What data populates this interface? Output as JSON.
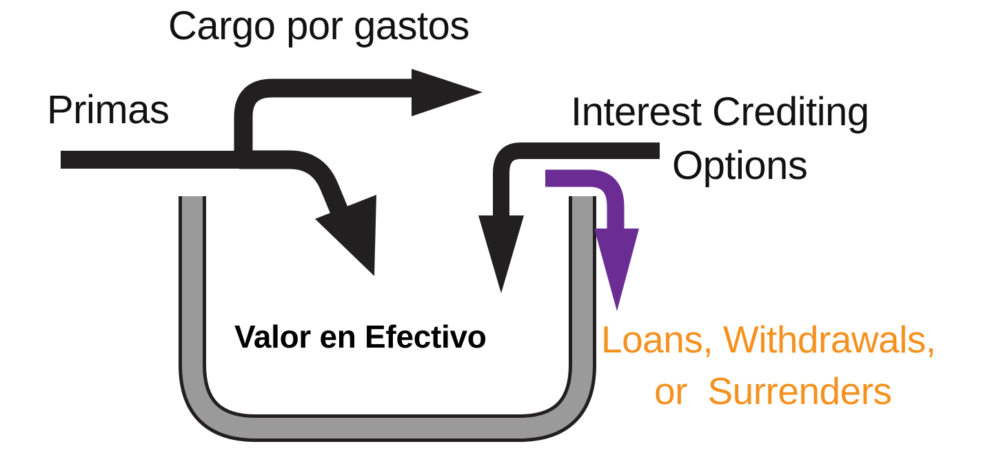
{
  "diagram": {
    "type": "flow-diagram",
    "title": "Cash Value Flow",
    "background_color": "#FFFFFF",
    "labels": {
      "premiums": "Primas",
      "expense_charge": "Cargo por gastos",
      "interest_crediting_line1": "Interest Crediting",
      "interest_crediting_line2": "Options",
      "cash_value": "Valor en Efectivo",
      "distributions_line1": "Loans, Withdrawals,",
      "distributions_line2": "or  Surrenders"
    },
    "colors": {
      "black": "#211F1F",
      "text_black": "#111111",
      "purple": "#6B2D93",
      "orange": "#F5911E",
      "bucket_fill": "#9A9A9A",
      "bucket_stroke": "#231F20",
      "background": "#FFFFFF"
    },
    "elements": [
      {
        "name": "premiums-inflow-bar",
        "kind": "arrow-shaft",
        "color": "#211F1F",
        "description": "horizontal black bar entering from left labeled Primas"
      },
      {
        "name": "expense-charge-arrow",
        "kind": "arrow",
        "color": "#211F1F",
        "direction": "up-then-right",
        "description": "black arrow branching up and right out of the premium flow, labeled Cargo por gastos"
      },
      {
        "name": "cash-value-deposit-arrow",
        "kind": "arrow",
        "color": "#211F1F",
        "direction": "down-right-diagonal",
        "description": "black arrow curving down into the cash value bucket"
      },
      {
        "name": "interest-crediting-arrow",
        "kind": "arrow",
        "color": "#211F1F",
        "direction": "left-then-down",
        "description": "black arrow coming from the right and turning down into the bucket"
      },
      {
        "name": "distributions-arrow",
        "kind": "arrow",
        "color": "#6B2D93",
        "direction": "right-then-down",
        "description": "purple arrow leaving the bucket downward toward loans, withdrawals, or surrenders"
      },
      {
        "name": "cash-value-bucket",
        "kind": "container",
        "fill": "#9A9A9A",
        "stroke": "#231F20",
        "description": "U-shaped gray bucket holding the cash value"
      }
    ]
  }
}
